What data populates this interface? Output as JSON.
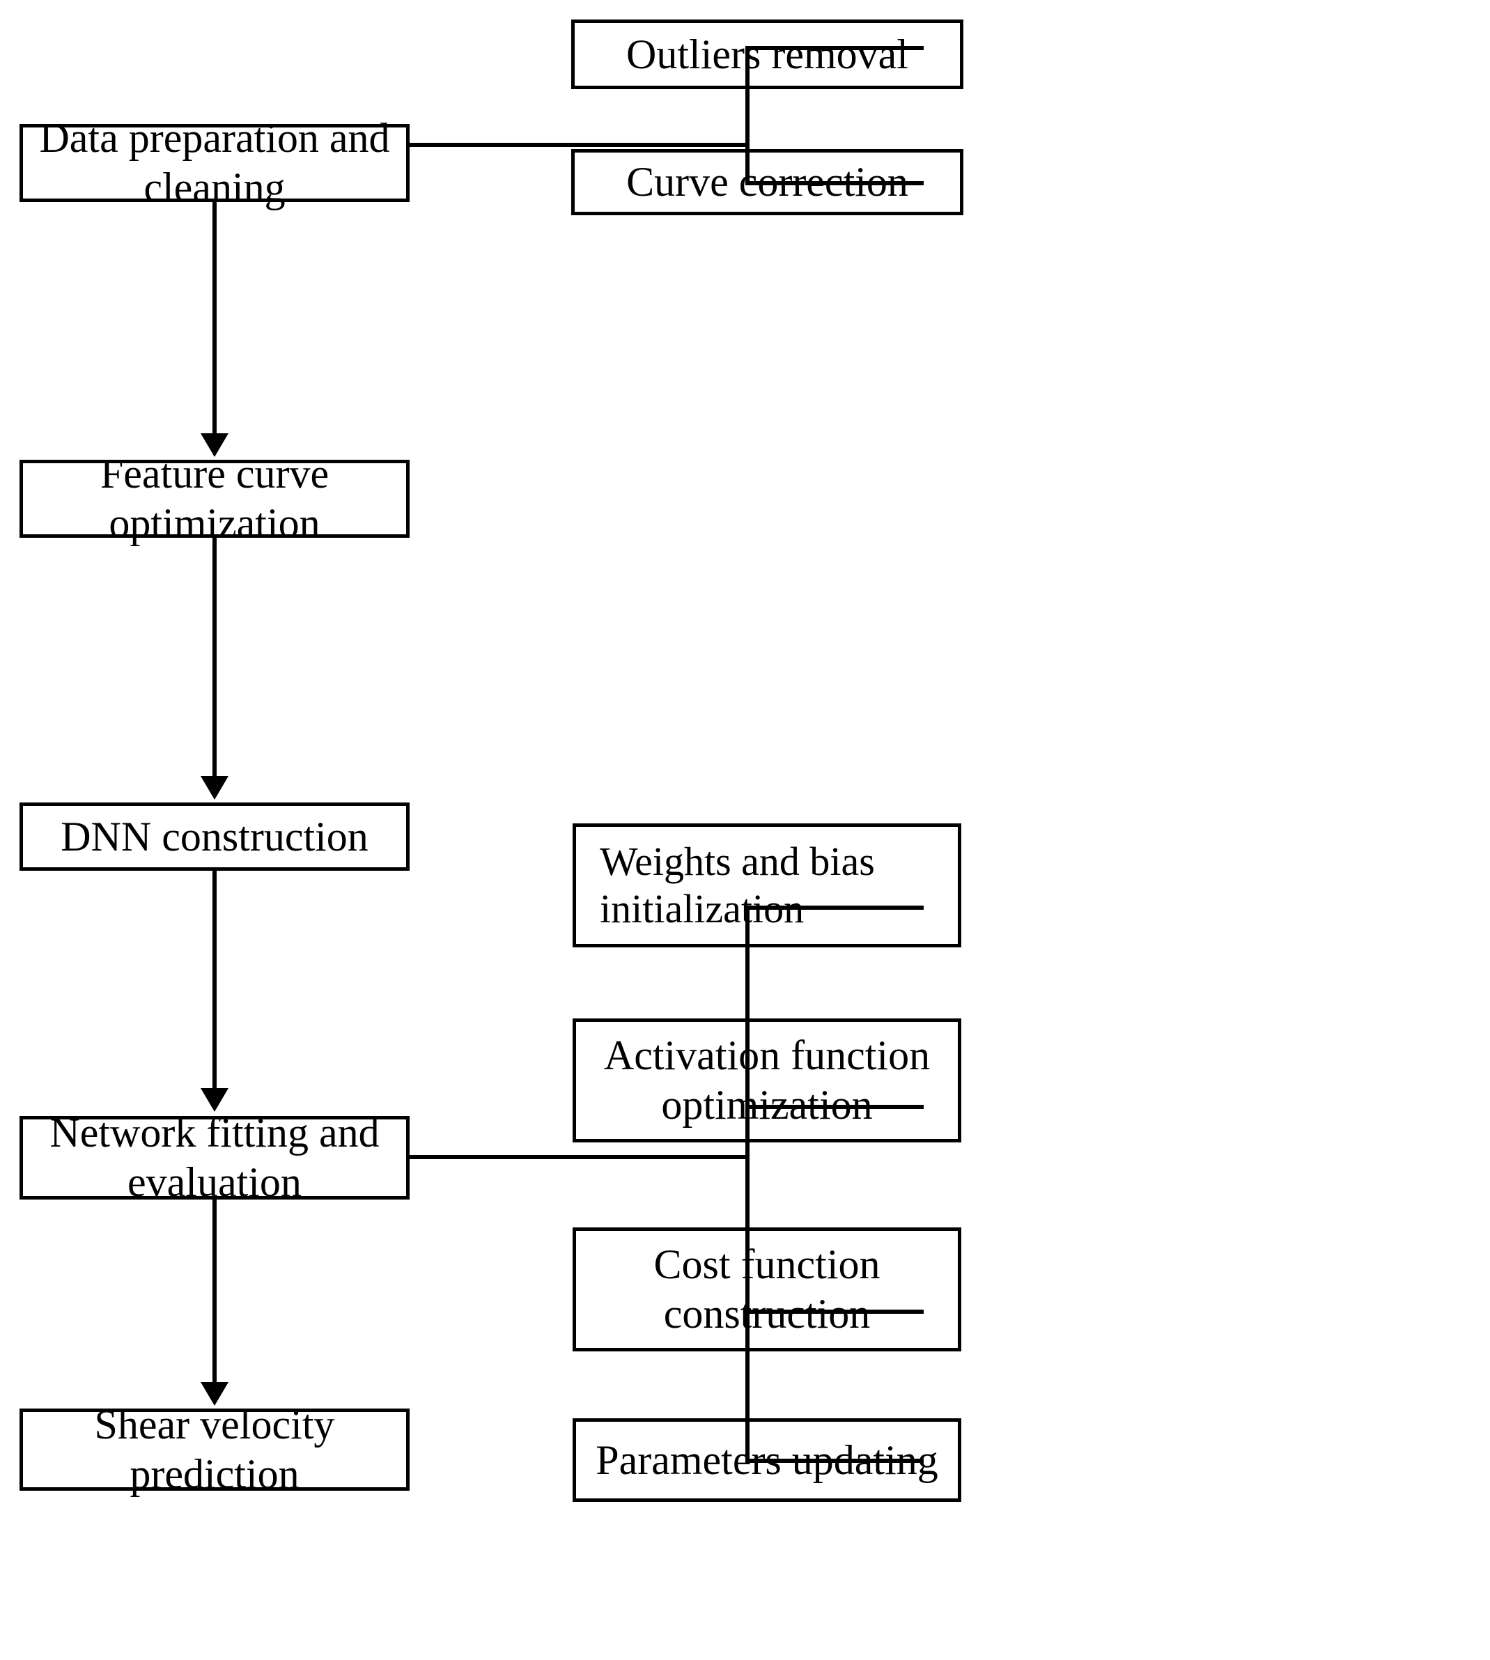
{
  "diagram": {
    "title": "Shear velocity prediction DNN workflow flowchart",
    "accent_color": "#000000",
    "background_color": "#ffffff",
    "main_flow": [
      {
        "id": "data-preparation-and-cleaning",
        "label": "Data preparation and\ncleaning"
      },
      {
        "id": "feature-curve-optimization",
        "label": "Feature curve\noptimization"
      },
      {
        "id": "dnn-construction",
        "label": "DNN construction"
      },
      {
        "id": "network-fitting-and-evaluation",
        "label": "Network fitting and\nevaluation"
      },
      {
        "id": "shear-velocity-prediction",
        "label": "Shear velocity\nprediction"
      }
    ],
    "branch_preparation": {
      "parent": "data-preparation-and-cleaning",
      "items": [
        {
          "id": "outliers-removal",
          "label": "Outliers removal"
        },
        {
          "id": "curve-correction",
          "label": "Curve correction"
        }
      ]
    },
    "branch_network": {
      "parent": "network-fitting-and-evaluation",
      "items": [
        {
          "id": "weights-and-bias-initialization",
          "label": "Weights  and  bias\ninitialization"
        },
        {
          "id": "activation-function-optimization",
          "label": "Activation function\noptimization"
        },
        {
          "id": "cost-function-construction",
          "label": "Cost function\nconstruction"
        },
        {
          "id": "parameters-updating",
          "label": "Parameters updating"
        }
      ]
    }
  }
}
